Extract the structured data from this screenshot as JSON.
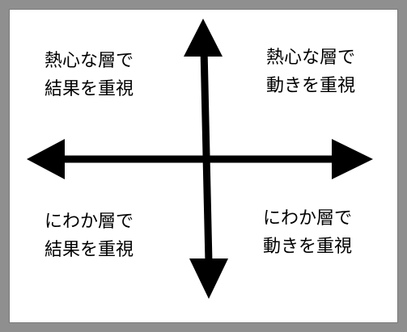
{
  "diagram": {
    "quadrants": {
      "top_left": {
        "line1": "熱心な層で",
        "line2": "結果を重視"
      },
      "top_right": {
        "line1": "熱心な層で",
        "line2": "動きを重視"
      },
      "bottom_left": {
        "line1": "にわか層で",
        "line2": "結果を重視"
      },
      "bottom_right": {
        "line1": "にわか層で",
        "line2": "動きを重視"
      }
    },
    "colors": {
      "frame": "#8f8f8f",
      "card": "#ffffff",
      "arrows": "#000000",
      "text": "#000000"
    }
  }
}
